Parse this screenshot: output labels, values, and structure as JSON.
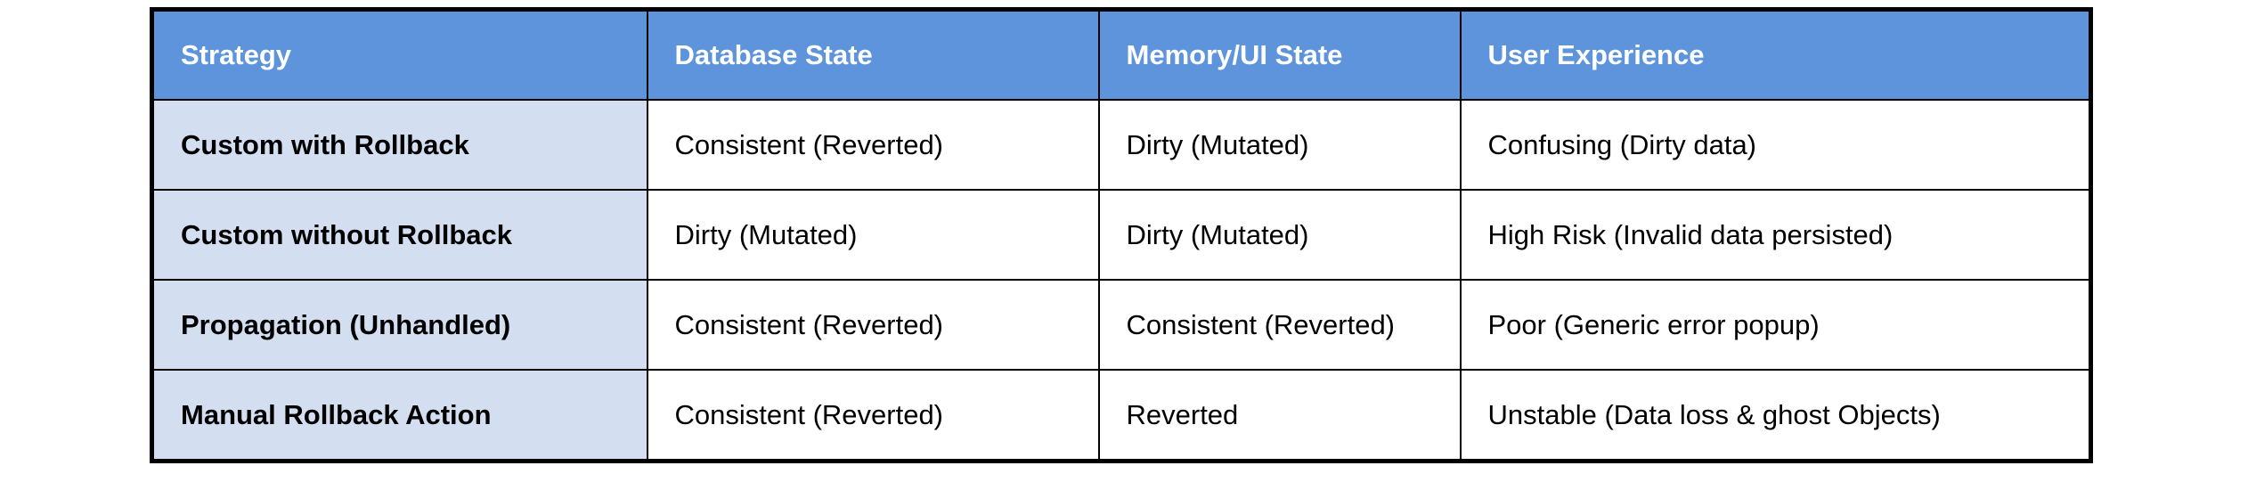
{
  "colors": {
    "header_bg": "#5D94DB",
    "header_text": "#FFFFFF",
    "row_label_bg": "#D3DEF1",
    "cell_bg": "#FFFFFF",
    "border": "#000000",
    "body_text": "#000000"
  },
  "table": {
    "headers": [
      "Strategy",
      "Database State",
      "Memory/UI State",
      "User Experience"
    ],
    "rows": [
      [
        "Custom with Rollback",
        "Consistent (Reverted)",
        "Dirty (Mutated)",
        "Confusing (Dirty data)"
      ],
      [
        "Custom without Rollback",
        "Dirty (Mutated)",
        "Dirty (Mutated)",
        "High Risk (Invalid data persisted)"
      ],
      [
        "Propagation (Unhandled)",
        "Consistent (Reverted)",
        "Consistent (Reverted)",
        "Poor (Generic error popup)"
      ],
      [
        "Manual Rollback Action",
        "Consistent (Reverted)",
        "Reverted",
        "Unstable (Data loss & ghost Objects)"
      ]
    ]
  }
}
